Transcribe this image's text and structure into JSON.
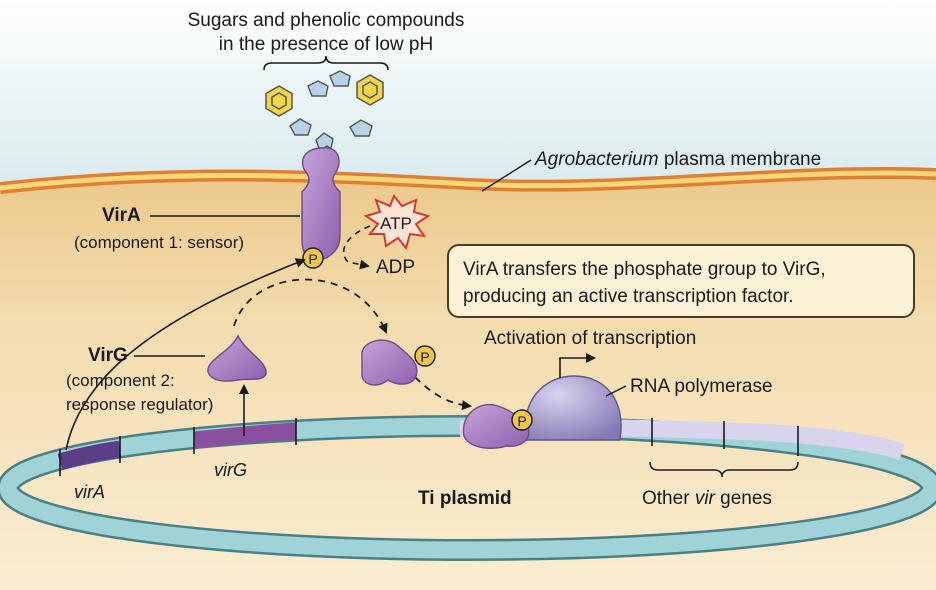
{
  "top_label": {
    "line1": "Sugars and phenolic compounds",
    "line2": "in the presence of low pH"
  },
  "membrane_label": {
    "italic": "Agrobacterium",
    "rest": " plasma membrane"
  },
  "vira": {
    "name": "VirA",
    "role": "(component 1: sensor)"
  },
  "virg": {
    "name": "VirG",
    "role_line1": "(component 2:",
    "role_line2": "response regulator)"
  },
  "atp": "ATP",
  "adp": "ADP",
  "phosphate": "P",
  "callout": {
    "line1": "VirA transfers the phosphate group to VirG,",
    "line2": "producing an active transcription factor."
  },
  "activation_label": "Activation of transcription",
  "rna_polymerase_label": "RNA polymerase",
  "genes": {
    "vira_gene": "virA",
    "virg_gene": "virG",
    "other_prefix": "Other ",
    "other_italic": "vir",
    "other_suffix": " genes"
  },
  "plasmid_label": "Ti plasmid",
  "colors": {
    "sky": "#dcecef",
    "membrane_orange": "#e8893a",
    "membrane_yellow": "#f6cf6e",
    "cytoplasm": "#f3d9a8",
    "protein_purple": "#a77bbf",
    "plasmid_teal": "#8fcbcf",
    "gene_purple": "#6a4a94",
    "phosphate_yellow": "#f1c64a"
  }
}
